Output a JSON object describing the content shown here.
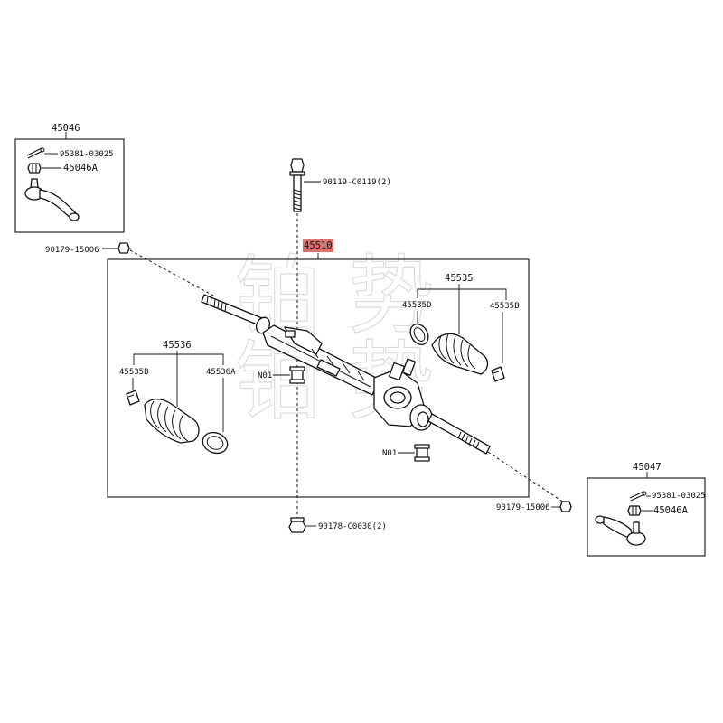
{
  "watermark": {
    "line1": "铂 势",
    "line2": "铂 势"
  },
  "highlight_color": "#e07070",
  "labels": {
    "left_tie_rod_end": "45046",
    "left_cotter_pin": "95381-03025",
    "left_nut": "45046A",
    "left_end_washer": "90179-15006",
    "bolt": "90119-C0119(2)",
    "rack_assy": "45510",
    "right_boot_kit": "45535",
    "right_boot_clamp": "45535D",
    "right_boot_clip": "45535B",
    "left_boot_kit": "45536",
    "left_boot_clip": "45535B",
    "left_boot_clamp": "45536A",
    "bushing_upper": "N01",
    "bushing_lower": "N01",
    "nut_bottom": "90178-C0030(2)",
    "right_tie_rod_end": "45047",
    "right_cotter_pin": "95381-03025",
    "right_nut": "45046A",
    "right_end_washer": "90179-15006"
  }
}
